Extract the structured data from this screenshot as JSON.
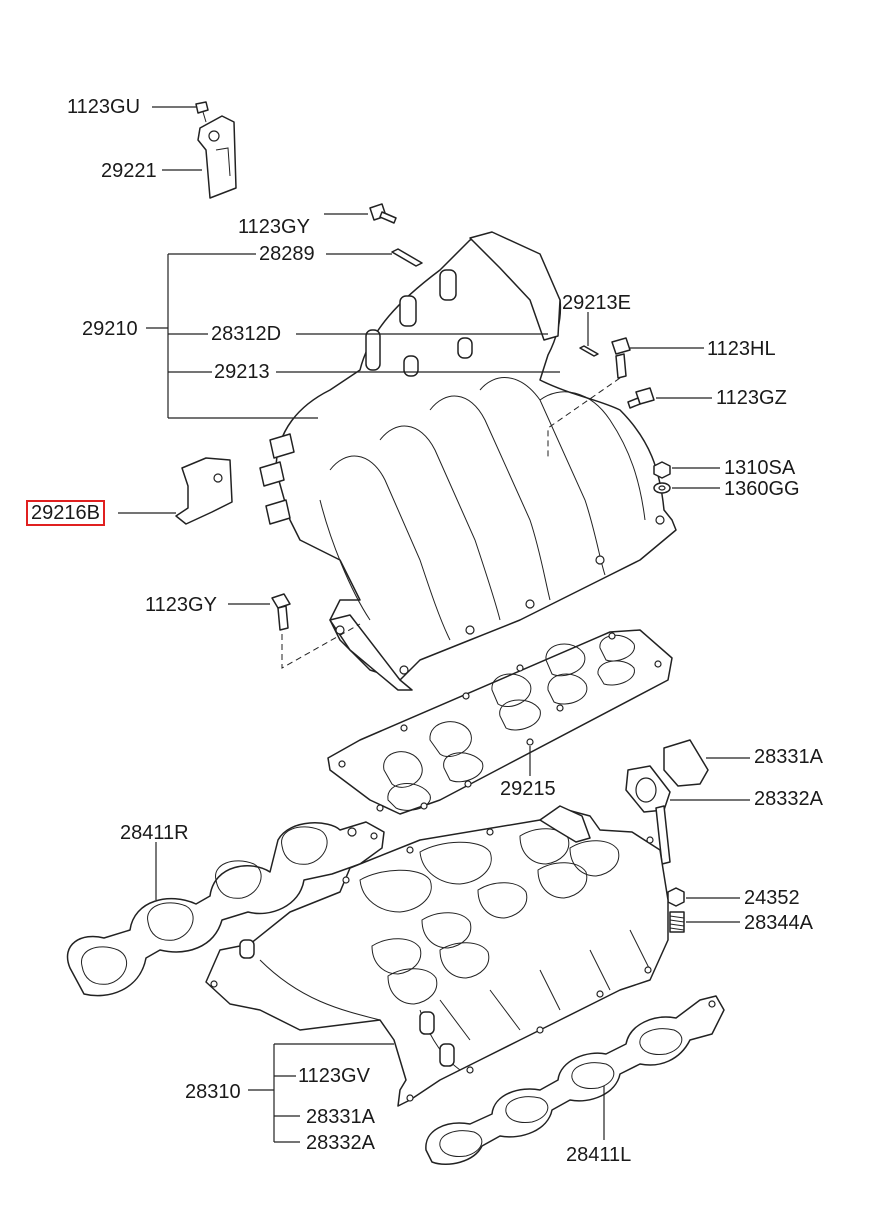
{
  "diagram": {
    "labels": {
      "p1123GU": "1123GU",
      "p29221": "29221",
      "p1123GY_top": "1123GY",
      "p28289": "28289",
      "p29210": "29210",
      "p28312D": "28312D",
      "p29213E": "29213E",
      "p29213": "29213",
      "p1123HL": "1123HL",
      "p1123GZ": "1123GZ",
      "p1310SA": "1310SA",
      "p1360GG": "1360GG",
      "p29216B": "29216B",
      "p1123GY_mid": "1123GY",
      "p28331A_top": "28331A",
      "p29215": "29215",
      "p28332A_top": "28332A",
      "p28411R": "28411R",
      "p24352": "24352",
      "p28344A": "28344A",
      "p28310": "28310",
      "p1123GV": "1123GV",
      "p28331A_bot": "28331A",
      "p28332A_bot": "28332A",
      "p28411L": "28411L"
    },
    "highlight_color": "#e02020"
  }
}
